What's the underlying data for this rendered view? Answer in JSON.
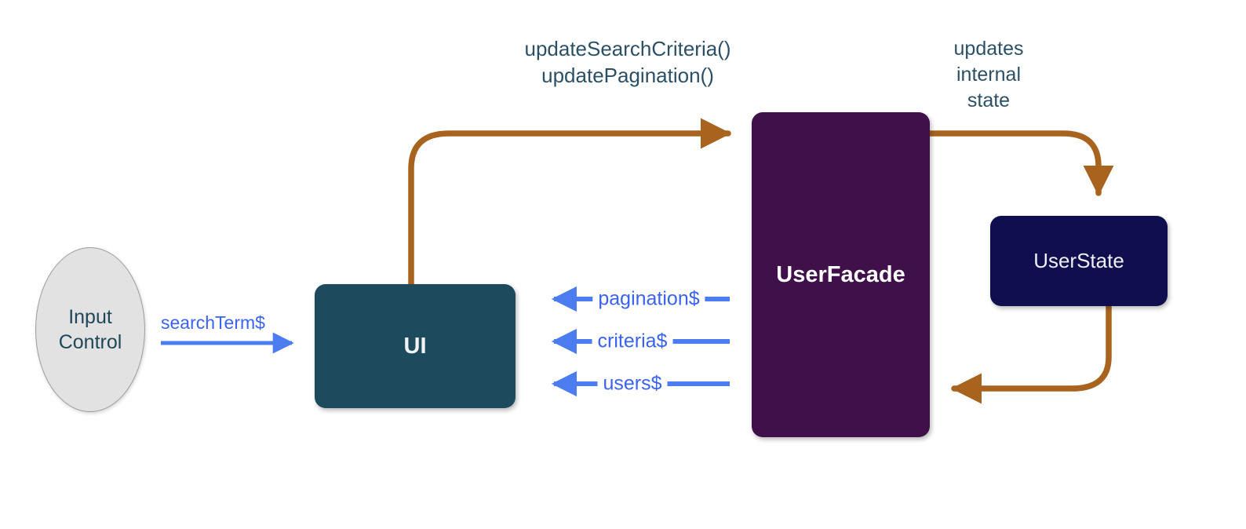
{
  "diagram": {
    "title_present": false,
    "background": "#ffffff",
    "colors": {
      "input_control_fill": "#e2e2e2",
      "input_control_border": "#9d9d9d",
      "ui_fill": "#1d4a5c",
      "facade_fill": "#3f1049",
      "state_fill": "#0f0f50",
      "brown_edge": "#a8641f",
      "blue_edge": "#4c7df0",
      "label_text_dark": "#2b5066",
      "label_text_blue": "#3a63f0"
    }
  },
  "nodes": {
    "input_control": {
      "label": "Input\nControl",
      "shape": "ellipse"
    },
    "ui": {
      "label": "UI",
      "shape": "rounded-rect"
    },
    "user_facade": {
      "label": "UserFacade",
      "shape": "rounded-rect"
    },
    "user_state": {
      "label": "UserState",
      "shape": "rounded-rect"
    }
  },
  "edges": {
    "search_term": {
      "label": "searchTerm$",
      "from": "input_control",
      "to": "ui",
      "color": "#4c7df0"
    },
    "update_calls": {
      "label": "updateSearchCriteria()\nupdatePagination()",
      "from": "ui",
      "to": "user_facade",
      "color": "#a8641f"
    },
    "updates_internal_state": {
      "label": "updates\ninternal\nstate",
      "from": "user_facade",
      "to": "user_state",
      "color": "#a8641f"
    },
    "state_return": {
      "label": "",
      "from": "user_state",
      "to": "user_facade",
      "color": "#a8641f"
    },
    "streams": [
      {
        "label": "pagination$",
        "from": "user_facade",
        "to": "ui",
        "color": "#4c7df0"
      },
      {
        "label": "criteria$",
        "from": "user_facade",
        "to": "ui",
        "color": "#4c7df0"
      },
      {
        "label": "users$",
        "from": "user_facade",
        "to": "ui",
        "color": "#4c7df0"
      }
    ]
  }
}
